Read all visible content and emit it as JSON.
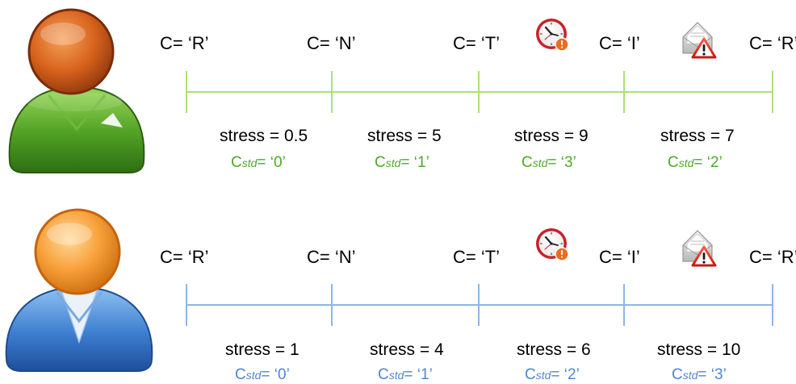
{
  "colors": {
    "green_line": "#a9e07a",
    "blue_line": "#8fb6e3",
    "green_text": "#4da82a",
    "blue_text": "#4f86cf"
  },
  "icons": {
    "clock": "alarm-clock-warning-icon",
    "mail": "mail-warning-icon",
    "user_green": "user-avatar-green-icon",
    "user_blue": "user-avatar-blue-icon"
  },
  "timelines": [
    {
      "color": "green",
      "context_labels": [
        "C= ‘R’",
        "C= ‘N’",
        "C= ‘T’",
        "C= ‘I’",
        "C= ‘R’"
      ],
      "segments": [
        {
          "stress": "stress = 0.5",
          "cstd_prefix": "C",
          "cstd_sub": "std",
          "cstd_value": "= ‘0’"
        },
        {
          "stress": "stress = 5",
          "cstd_prefix": "C",
          "cstd_sub": "std",
          "cstd_value": "= ‘1’"
        },
        {
          "stress": "stress = 9",
          "cstd_prefix": "C",
          "cstd_sub": "std",
          "cstd_value": "= ‘3’"
        },
        {
          "stress": "stress = 7",
          "cstd_prefix": "C",
          "cstd_sub": "std",
          "cstd_value": "= ‘2’"
        }
      ]
    },
    {
      "color": "blue",
      "context_labels": [
        "C= ‘R’",
        "C= ‘N’",
        "C= ‘T’",
        "C= ‘I’",
        "C= ‘R’"
      ],
      "segments": [
        {
          "stress": "stress = 1",
          "cstd_prefix": "C",
          "cstd_sub": "std",
          "cstd_value": "= ‘0’"
        },
        {
          "stress": "stress = 4",
          "cstd_prefix": "C",
          "cstd_sub": "std",
          "cstd_value": "= ‘1’"
        },
        {
          "stress": "stress = 6",
          "cstd_prefix": "C",
          "cstd_sub": "std",
          "cstd_value": "= ‘2’"
        },
        {
          "stress": "stress = 10",
          "cstd_prefix": "C",
          "cstd_sub": "std",
          "cstd_value": "= ‘3’"
        }
      ]
    }
  ]
}
